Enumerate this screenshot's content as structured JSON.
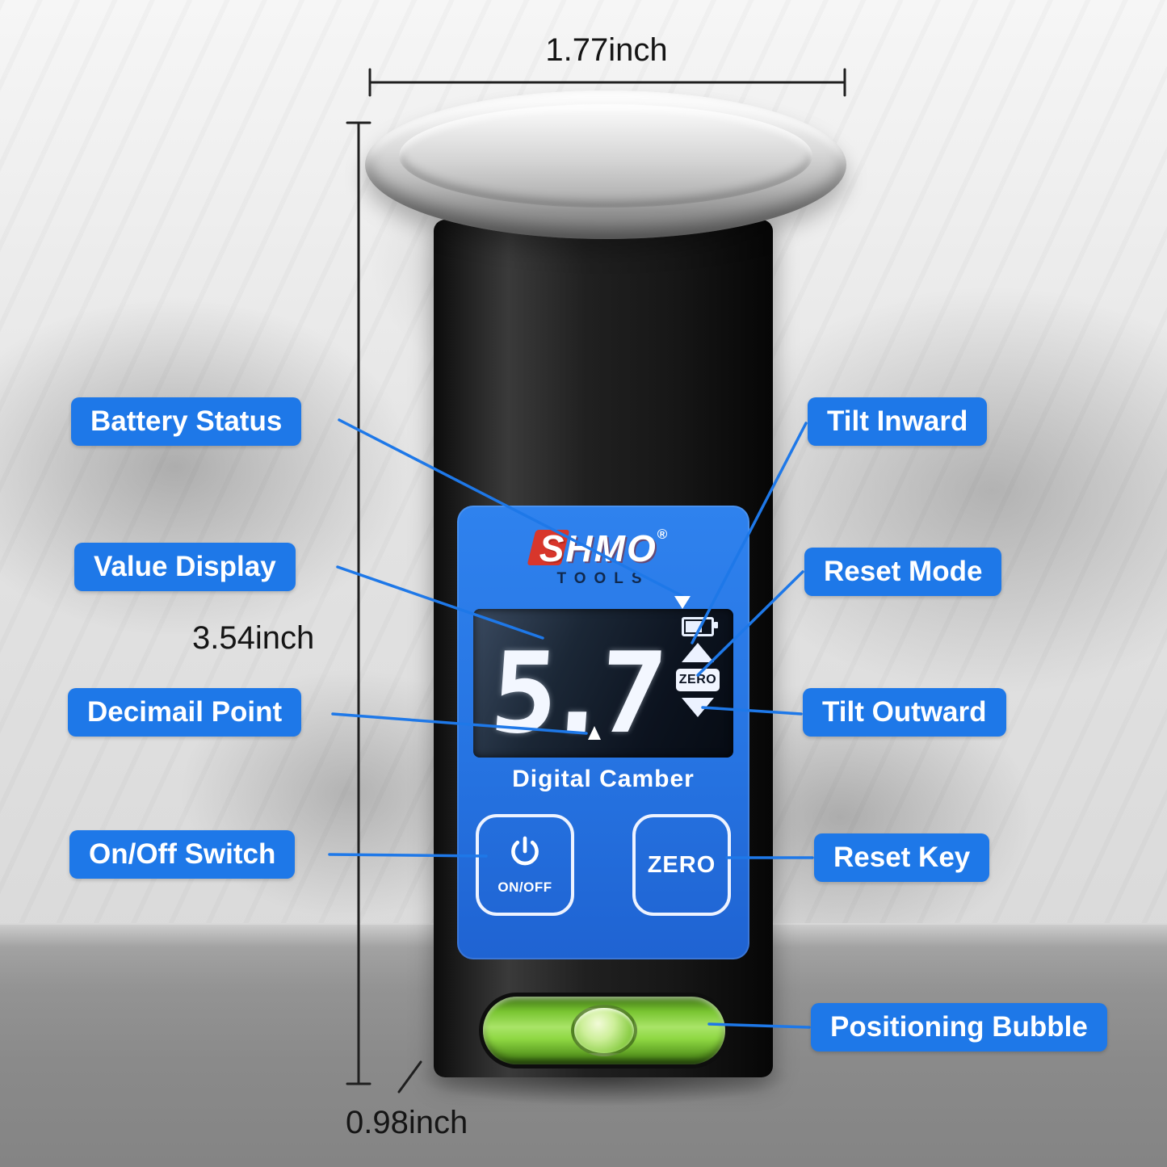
{
  "dimensions": {
    "width": "1.77inch",
    "height": "3.54inch",
    "depth": "0.98inch"
  },
  "callouts": {
    "battery_status": "Battery Status",
    "value_display": "Value Display",
    "decimal_point": "Decimail Point",
    "on_off_switch": "On/Off Switch",
    "tilt_inward": "Tilt Inward",
    "reset_mode": "Reset Mode",
    "tilt_outward": "Tilt Outward",
    "reset_key": "Reset Key",
    "positioning_bubble": "Positioning Bubble"
  },
  "device": {
    "brand": "SHMO",
    "brand_reg": "®",
    "brand_sub": "TOOLS",
    "display_value": "5.7",
    "zero_indicator": "ZERO",
    "product_name": "Digital Camber",
    "power_button_label": "ON/OFF",
    "zero_button_label": "ZERO"
  },
  "colors": {
    "callout_blue": "#1e78e8",
    "panel_blue": "#2674e2",
    "brand_red": "#d8362b",
    "lcd_dark": "#0c131f",
    "bubble_green": "#8fd843"
  }
}
